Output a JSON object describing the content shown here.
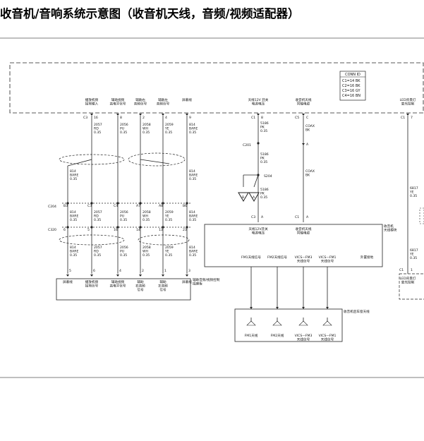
{
  "title": "收音机/音响系统示意图（收音机天线，音频/视频适配器）",
  "conn_id": {
    "header": "CONN ID",
    "rows": [
      "C1=14 BK",
      "C2=16 BK",
      "C3=16 GY",
      "C4=16 BN"
    ]
  },
  "top_terminals": [
    {
      "name": "播放机频\n接地输入",
      "conn": "C3",
      "pin": "16"
    },
    {
      "name": "辅助视频\n高电平信号",
      "conn": "",
      "pin": "8"
    },
    {
      "name": "辅助右\n音频信号",
      "conn": "",
      "pin": "2"
    },
    {
      "name": "辅助左\n音频信号",
      "conn": "",
      "pin": "4"
    },
    {
      "name": "屏蔽线",
      "conn": "",
      "pin": "9"
    },
    {
      "name": "天线12V 开关\n电源电压",
      "conn": "C1",
      "pin": "8"
    },
    {
      "name": "收音机天线\n同轴电缆",
      "conn": "C5",
      "pin": "C"
    },
    {
      "name": "LED背景灯\n变光控制",
      "conn": "C1",
      "pin": "7"
    }
  ],
  "wires_top": [
    [
      "2057",
      "RD",
      "0.35"
    ],
    [
      "2056",
      "PU",
      "0.35"
    ],
    [
      "2058",
      "WH",
      "0.35"
    ],
    [
      "2059",
      "YE",
      "0.35"
    ],
    [
      "814",
      "BARE",
      "0.35"
    ]
  ],
  "wires_mid": [
    [
      "2057",
      "RD",
      "0.35"
    ],
    [
      "2056",
      "PU",
      "0.35"
    ],
    [
      "2058",
      "WH",
      "0.35"
    ],
    [
      "2059",
      "YE",
      "0.35"
    ],
    [
      "814",
      "BARE",
      "0.35"
    ]
  ],
  "wires_bot": [
    [
      "2057",
      "RD",
      "0.35"
    ],
    [
      "2056",
      "PU",
      "0.35"
    ],
    [
      "2058",
      "WH",
      "0.35"
    ],
    [
      "2059",
      "YE",
      "0.35"
    ],
    [
      "814",
      "BARE",
      "0.35"
    ]
  ],
  "shield_wire": [
    "814",
    "BARE",
    "0.35"
  ],
  "shield_wire_b": [
    "814",
    "BARE",
    "0.35"
  ],
  "connector_c204": {
    "label": "C204",
    "pins": [
      "B3",
      "C3",
      "C4",
      "A7",
      "A8",
      "B6"
    ]
  },
  "connector_c320": {
    "label": "C320",
    "pins": [
      "6",
      "5",
      "16",
      "14",
      "13",
      "23"
    ]
  },
  "antenna_power": {
    "wire1": [
      "5186",
      "PK",
      "0.35"
    ],
    "c201": "C201",
    "wire2": [
      "5186",
      "PK",
      "0.35"
    ],
    "splice": "S204",
    "wire3": [
      "5186",
      "PK",
      "0.35"
    ],
    "b_label": "B",
    "a_label": "A"
  },
  "coax": {
    "w1": [
      "COAX",
      "BK"
    ],
    "w2": [
      "COAX",
      "BK"
    ],
    "pin": "A"
  },
  "led_wire": {
    "top": [
      "6817",
      "YE",
      "0.35"
    ],
    "bot": [
      "6817",
      "YE",
      "0.35"
    ]
  },
  "bottom_module": {
    "title": "辅助音频/视频控制\n插座板",
    "pins": [
      "5",
      "6",
      "4",
      "2",
      "1",
      "3"
    ],
    "labels": [
      "屏蔽线",
      "播放机频\n接地信号",
      "辅助视频\n高电平信号",
      "辅助\n右音频\n信号",
      "辅助\n左音频\n信号",
      "屏蔽线"
    ]
  },
  "antenna_module": {
    "title": "收音机\n天线模块",
    "top_pins": [
      [
        "C3",
        "A"
      ],
      [
        "C1",
        "A"
      ]
    ],
    "inner_top": [
      "天线12V开关\n电源电压",
      "收音机天线\n同轴电缆"
    ],
    "inner_bottom": [
      "FM1天线信号",
      "FM2天线信号",
      "VICS—FM3\n天线信号",
      "VICS—FM1\n天线信号",
      "外置接地"
    ]
  },
  "rear_glass": {
    "title": "收音机后车窗天线",
    "labels": [
      "FM1天线",
      "FM2天线",
      "VICS—FM3\n天线信号",
      "VICS—FM1\n天线信号"
    ]
  },
  "led_bottom": {
    "conn": "C1",
    "pin": "1",
    "name": "LED背景灯\n变光控制"
  }
}
